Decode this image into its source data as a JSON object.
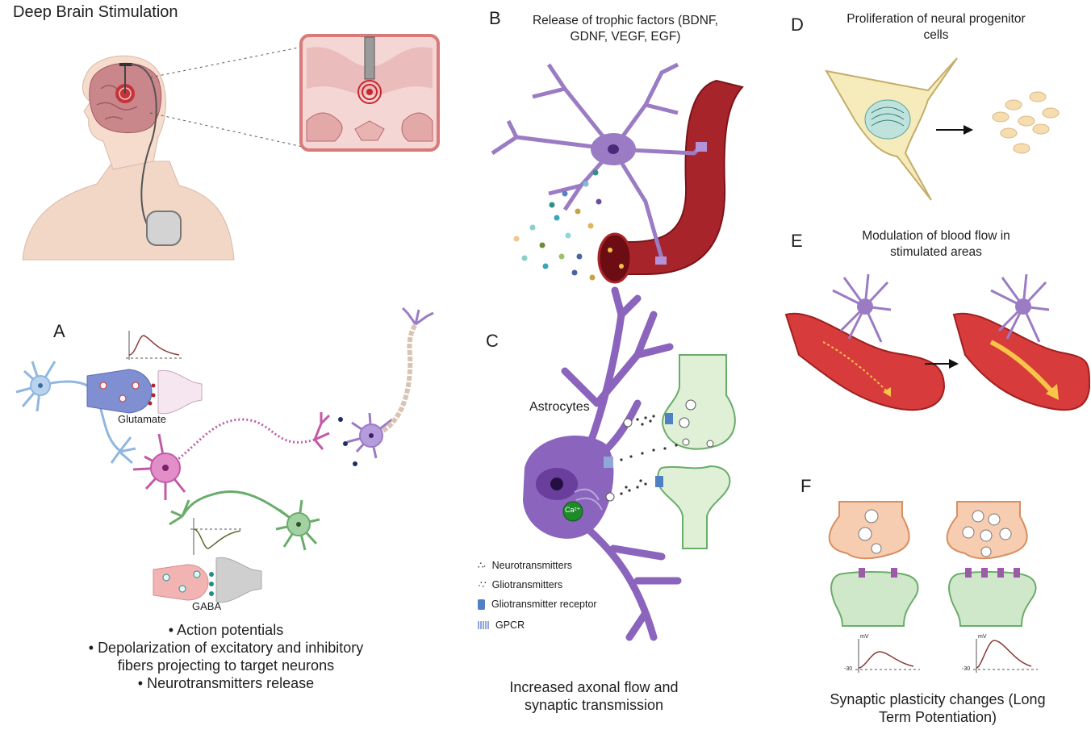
{
  "title": "Deep Brain Stimulation",
  "panels": {
    "A": {
      "letter": "A",
      "labels": {
        "glutamate": "Glutamate",
        "gaba": "GABA"
      },
      "bullets": [
        "Action potentials",
        "Depolarization of excitatory and inhibitory",
        "fibers projecting to target neurons",
        "Neurotransmitters release"
      ]
    },
    "B": {
      "letter": "B",
      "header_line1": "Release of trophic factors (BDNF,",
      "header_line2": "GDNF, VEGF, EGF)"
    },
    "C": {
      "letter": "C",
      "astrocytes_label": "Astrocytes",
      "calcium_label": "Ca²⁺",
      "legend": [
        {
          "icon": "neurotransmitters-dots-icon",
          "label": "Neurotransmitters"
        },
        {
          "icon": "gliotransmitters-dots-icon",
          "label": "Gliotransmitters"
        },
        {
          "icon": "gliotransmitter-receptor-icon",
          "label": "Gliotransmitter receptor"
        },
        {
          "icon": "gpcr-icon",
          "label": "GPCR"
        }
      ],
      "caption_line1": "Increased axonal flow and",
      "caption_line2": "synaptic transmission"
    },
    "D": {
      "letter": "D",
      "header_line1": "Proliferation of neural progenitor",
      "header_line2": "cells"
    },
    "E": {
      "letter": "E",
      "header_line1": "Modulation of blood flow in",
      "header_line2": "stimulated areas"
    },
    "F": {
      "letter": "F",
      "caption_line1": "Synaptic plasticity changes (Long",
      "caption_line2": "Term Potentiation)",
      "graph_y_unit": "mV",
      "graph_baseline": "-30"
    }
  },
  "colors": {
    "neuron_purple": "#9b7cc4",
    "vessel_red": "#b5282a",
    "astrocyte_purple": "#8a64bd",
    "post_synapse_green": "#cfe8c9",
    "pre_synapse_orange": "#f7cdb1",
    "progenitor_yellow": "#f6ebbb"
  }
}
